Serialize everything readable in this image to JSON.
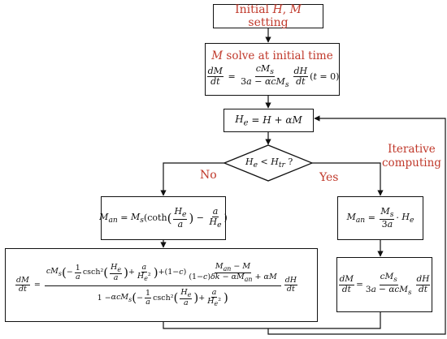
{
  "nodes": {
    "initial": {
      "label": "Initial H, M setting"
    },
    "m_solve": {
      "title": "M solve at initial time",
      "lhs": "dM/dt",
      "rhs_num": "cMs",
      "rhs_den": "3a − αcMs",
      "tail": "dH/dt (t = 0)"
    },
    "he": {
      "formula": "He = H + αM"
    },
    "decision": {
      "formula": "He < Htr ?"
    },
    "man_no": {
      "formula": "Man = Ms(coth(He/a) − a/He)"
    },
    "man_yes": {
      "formula": "Man = Ms/3a · He"
    },
    "dm_no": {
      "formula": "dM/dt = [cMs(−(1/a)csch²(He/a) + a/He²) + (1−c)(Man − M)/((1−c)δk − αMan + αM)] / [1 − αcMs(−(1/a)csch²(He/a) + a/He²)] · dH/dt"
    },
    "dm_yes": {
      "formula": "dM/dt = cMs/(3a − αcMs) · dH/dt"
    }
  },
  "edges": {
    "no_label": "No",
    "yes_label": "Yes",
    "loop_label_line1": "Iterative",
    "loop_label_line2": "computing"
  },
  "colors": {
    "accent": "#c0392b",
    "line": "#111111"
  }
}
